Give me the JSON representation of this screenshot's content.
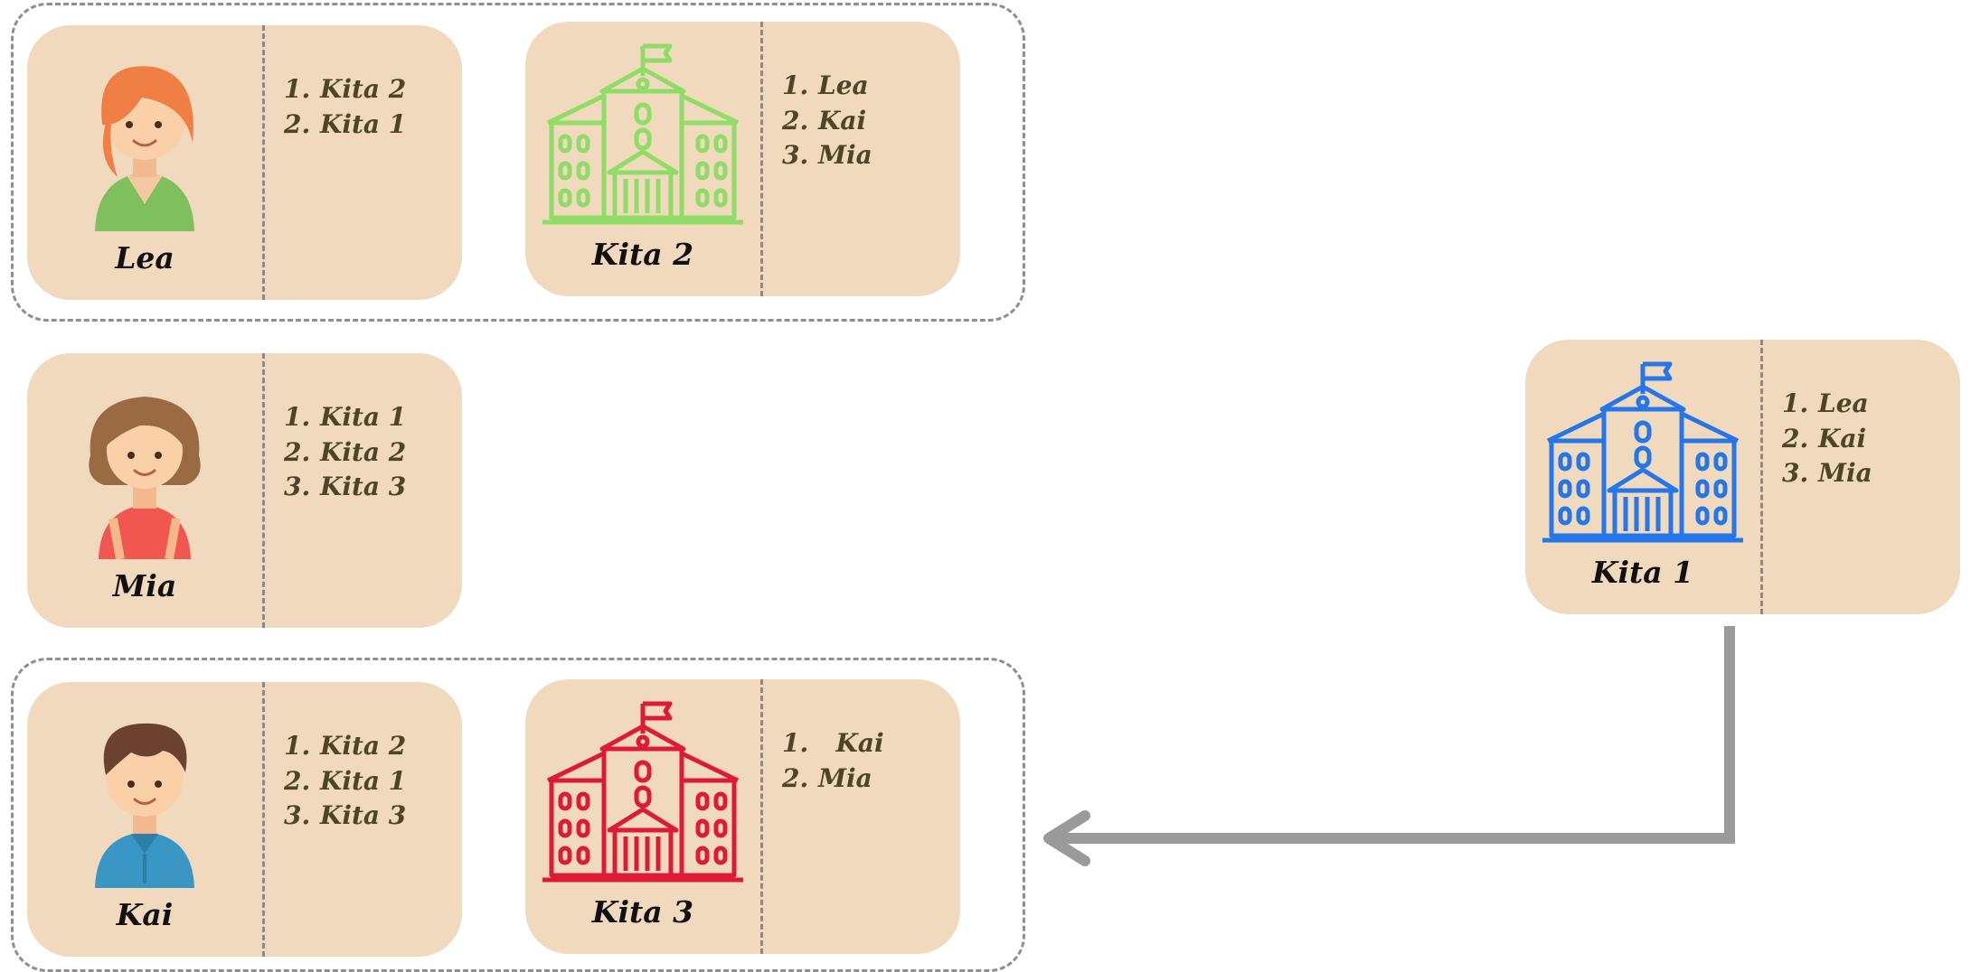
{
  "colors": {
    "card": "#f0d9bd",
    "school_kita1": "#2576e8",
    "school_kita2": "#8fdd66",
    "school_kita3": "#dc1b34",
    "arrow": "#9a9a9a",
    "group_border": "#8f8f8f"
  },
  "groups": [
    {
      "members": [
        "Lea",
        "Kita 2"
      ]
    },
    {
      "members": [
        "Kai",
        "Kita 3"
      ]
    }
  ],
  "cards": [
    {
      "type": "child",
      "name": "Lea",
      "icon": "girl-orange-hair-icon",
      "prefs": [
        {
          "num": "1.",
          "text": "Kita 2"
        },
        {
          "num": "2.",
          "text": "Kita 1"
        }
      ]
    },
    {
      "type": "school",
      "name": "Kita 2",
      "icon": "school-building-green-icon",
      "prefs": [
        {
          "num": "1.",
          "text": "Lea"
        },
        {
          "num": "2.",
          "text": "Kai"
        },
        {
          "num": "3.",
          "text": "Mia"
        }
      ]
    },
    {
      "type": "child",
      "name": "Mia",
      "icon": "girl-brown-hair-icon",
      "prefs": [
        {
          "num": "1.",
          "text": "Kita 1"
        },
        {
          "num": "2.",
          "text": "Kita 2"
        },
        {
          "num": "3.",
          "text": "Kita 3"
        }
      ]
    },
    {
      "type": "child",
      "name": "Kai",
      "icon": "boy-curly-hair-icon",
      "prefs": [
        {
          "num": "1.",
          "text": "Kita 2"
        },
        {
          "num": "2.",
          "text": "Kita 1"
        },
        {
          "num": "3.",
          "text": "Kita 3"
        }
      ]
    },
    {
      "type": "school",
      "name": "Kita 3",
      "icon": "school-building-red-icon",
      "prefs": [
        {
          "num": "1.",
          "text": "  Kai"
        },
        {
          "num": "2.",
          "text": "Mia"
        }
      ]
    },
    {
      "type": "school",
      "name": "Kita 1",
      "icon": "school-building-blue-icon",
      "prefs": [
        {
          "num": "1.",
          "text": "Lea"
        },
        {
          "num": "2.",
          "text": "Kai"
        },
        {
          "num": "3.",
          "text": "Mia"
        }
      ]
    }
  ]
}
